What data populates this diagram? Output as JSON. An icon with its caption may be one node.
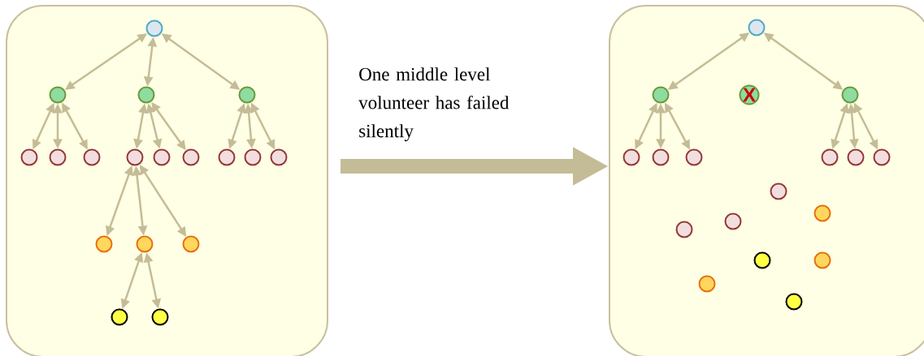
{
  "diagram": {
    "nodes": [
      {
        "text": [],
        "shape": "box"
      },
      {
        "text": [],
        "shape": "circle",
        "in": 0
      },
      {
        "text": [],
        "shape": "circle",
        "in": 0
      },
      {
        "text": [],
        "shape": "circle",
        "in": 0
      },
      {
        "text": [],
        "shape": "circle",
        "in": 0
      },
      {
        "text": [],
        "shape": "circle",
        "in": 0
      },
      {
        "text": [],
        "shape": "circle",
        "in": 0
      },
      {
        "text": [],
        "shape": "circle",
        "in": 0
      },
      {
        "text": [],
        "shape": "circle",
        "in": 0
      },
      {
        "text": [],
        "shape": "circle",
        "in": 0
      },
      {
        "text": [],
        "shape": "circle",
        "in": 0
      },
      {
        "text": [],
        "shape": "circle",
        "in": 0
      },
      {
        "text": [],
        "shape": "circle",
        "in": 0
      },
      {
        "text": [],
        "shape": "circle",
        "in": 0
      },
      {
        "text": [],
        "shape": "circle",
        "in": 0
      },
      {
        "text": [],
        "shape": "circle",
        "in": 0
      },
      {
        "text": [],
        "shape": "circle",
        "in": 0
      },
      {
        "text": [],
        "shape": "circle",
        "in": 0
      },
      {
        "text": [],
        "shape": "circle",
        "in": 0
      },
      {
        "text": [],
        "shape": "box"
      },
      {
        "text": [],
        "shape": "circle",
        "in": 19
      },
      {
        "text": [],
        "shape": "circle",
        "in": 19
      },
      {
        "text": [
          "X"
        ],
        "in": 19
      },
      {
        "text": [],
        "shape": "circle",
        "in": 19
      },
      {
        "text": [],
        "shape": "circle",
        "in": 19
      },
      {
        "text": [],
        "shape": "circle",
        "in": 19
      },
      {
        "text": [],
        "shape": "circle",
        "in": 19
      },
      {
        "text": [],
        "shape": "circle",
        "in": 19
      },
      {
        "text": [],
        "shape": "circle",
        "in": 19
      },
      {
        "text": [],
        "shape": "circle",
        "in": 19
      },
      {
        "text": [],
        "shape": "circle",
        "in": 19
      },
      {
        "text": [],
        "shape": "circle",
        "in": 19
      },
      {
        "text": [],
        "shape": "circle",
        "in": 19
      },
      {
        "text": [],
        "shape": "circle",
        "in": 19
      },
      {
        "text": [],
        "shape": "circle",
        "in": 19
      },
      {
        "text": [],
        "shape": "circle",
        "in": 19
      },
      {
        "text": [],
        "shape": "circle",
        "in": 19
      },
      {
        "text": [],
        "shape": "circle",
        "in": 19
      }
    ],
    "edges": [
      {
        "from": 1,
        "to": 2,
        "arrow": "both"
      },
      {
        "from": 1,
        "to": 3,
        "arrow": "both"
      },
      {
        "from": 1,
        "to": 4,
        "arrow": "both"
      },
      {
        "from": 2,
        "to": 5,
        "arrow": "both"
      },
      {
        "from": 2,
        "to": 6,
        "arrow": "both"
      },
      {
        "from": 2,
        "to": 7,
        "arrow": "both"
      },
      {
        "from": 3,
        "to": 8,
        "arrow": "both"
      },
      {
        "from": 3,
        "to": 9,
        "arrow": "both"
      },
      {
        "from": 3,
        "to": 10,
        "arrow": "both"
      },
      {
        "from": 4,
        "to": 11,
        "arrow": "both"
      },
      {
        "from": 4,
        "to": 12,
        "arrow": "both"
      },
      {
        "from": 4,
        "to": 13,
        "arrow": "both"
      },
      {
        "from": 8,
        "to": 14,
        "arrow": "both"
      },
      {
        "from": 8,
        "to": 15,
        "arrow": "both"
      },
      {
        "from": 8,
        "to": 16,
        "arrow": "both"
      },
      {
        "from": 15,
        "to": 17,
        "arrow": "both"
      },
      {
        "from": 15,
        "to": 18,
        "arrow": "both"
      },
      {
        "from": 20,
        "to": 21,
        "arrow": "both"
      },
      {
        "from": 20,
        "to": 23,
        "arrow": "both"
      },
      {
        "from": 21,
        "to": 24,
        "arrow": "both"
      },
      {
        "from": 21,
        "to": 25,
        "arrow": "both"
      },
      {
        "from": 21,
        "to": 26,
        "arrow": "both"
      },
      {
        "from": 23,
        "to": 27,
        "arrow": "both"
      },
      {
        "from": 23,
        "to": 28,
        "arrow": "both"
      },
      {
        "from": 23,
        "to": 29,
        "arrow": "both"
      },
      {
        "from": 0,
        "to": 19,
        "arrow": "to",
        "style": "thick",
        "label": "One middle level volunteer has failed silently"
      }
    ]
  }
}
